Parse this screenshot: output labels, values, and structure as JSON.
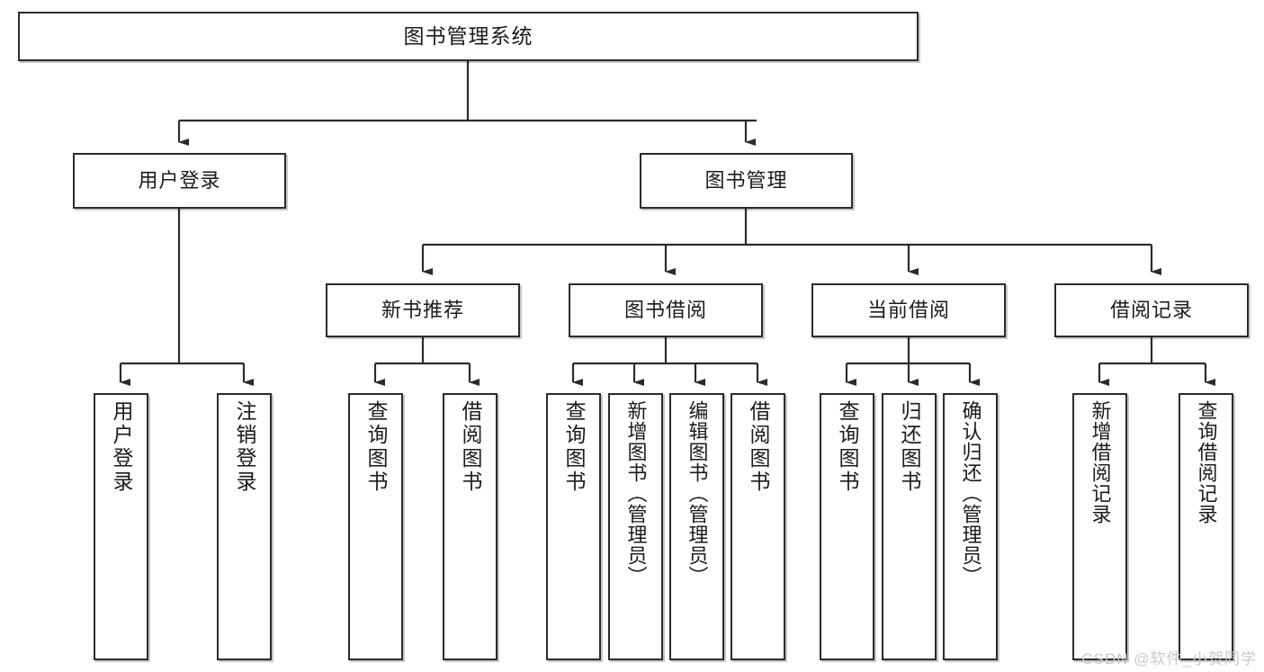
{
  "diagram": {
    "title": "图书管理系统",
    "type": "tree",
    "watermark": "CSDN @软件_小贺同学"
  },
  "nodes": {
    "root": {
      "label": "图书管理系统"
    },
    "level2": [
      {
        "label": "用户登录"
      },
      {
        "label": "图书管理"
      }
    ],
    "level3": [
      {
        "label": "新书推荐"
      },
      {
        "label": "图书借阅"
      },
      {
        "label": "当前借阅"
      },
      {
        "label": "借阅记录"
      }
    ],
    "leaves": {
      "user_login": [
        {
          "label": "用户登录"
        },
        {
          "label": "注销登录"
        }
      ],
      "new_book": [
        {
          "label": "查询图书"
        },
        {
          "label": "借阅图书"
        }
      ],
      "book_borrow": [
        {
          "label": "查询图书"
        },
        {
          "label": "新增图书（管理员）"
        },
        {
          "label": "编辑图书（管理员）"
        },
        {
          "label": "借阅图书"
        }
      ],
      "current_borrow": [
        {
          "label": "查询图书"
        },
        {
          "label": "归还图书"
        },
        {
          "label": "确认归还（管理员）"
        }
      ],
      "borrow_record": [
        {
          "label": "新增借阅记录"
        },
        {
          "label": "查询借阅记录"
        }
      ]
    }
  },
  "colors": {
    "box_border": "#2b2b2b",
    "box_fill": "#ffffff",
    "text": "#1b1b1b",
    "watermark": "#c9c9c9"
  }
}
